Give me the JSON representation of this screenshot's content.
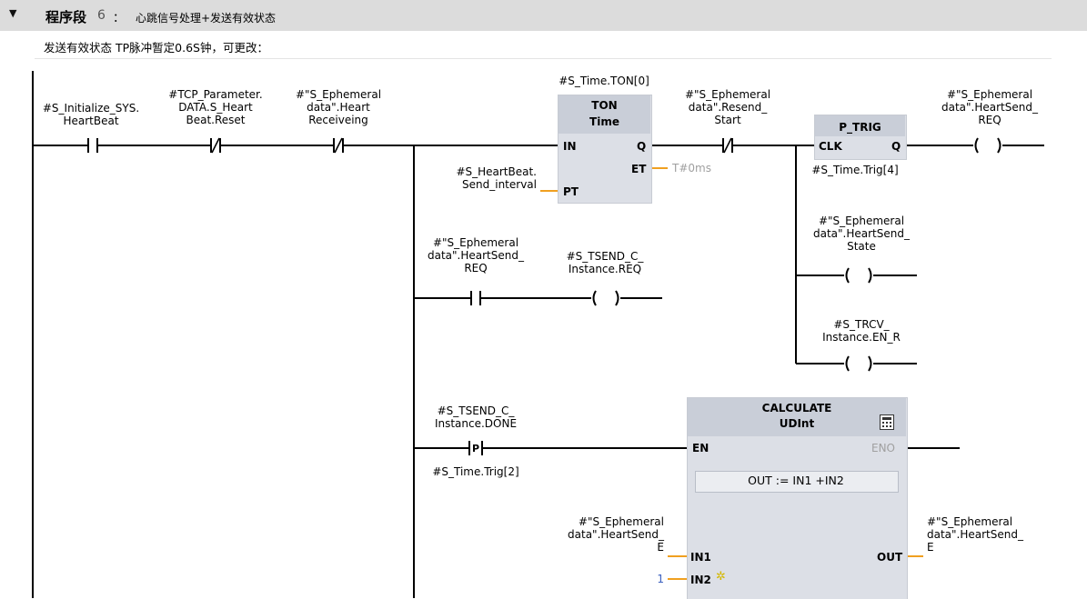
{
  "network": {
    "title": "程序段",
    "number": "6",
    "colon": "：",
    "description": "心跳信号处理+发送有效状态",
    "comment": "发送有效状态 TP脉冲暂定0.6S钟，可更改："
  },
  "contacts": {
    "c1": [
      "#S_Initialize_SYS.",
      "HeartBeat"
    ],
    "c2": [
      "#TCP_Parameter.",
      "DATA.S_Heart",
      "Beat.Reset"
    ],
    "c3": [
      "#\"S_Ephemeral",
      "data\".Heart",
      "Receiveing"
    ],
    "c4": [
      "#\"S_Ephemeral",
      "data\".Resend_",
      "Start"
    ],
    "c5": [
      "#\"S_Ephemeral",
      "data\".HeartSend_",
      "REQ"
    ],
    "c6": [
      "#S_TSEND_C_",
      "Instance.DONE"
    ],
    "c6_below": "#S_Time.Trig[2]"
  },
  "coils": {
    "q1": [
      "#\"S_Ephemeral",
      "data\".HeartSend_",
      "REQ"
    ],
    "q2": [
      "#S_TSEND_C_",
      "Instance.REQ"
    ],
    "q3": [
      "#\"S_Ephemeral",
      "data\".HeartSend_",
      "State"
    ],
    "q4": [
      "#S_TRCV_",
      "Instance.EN_R"
    ]
  },
  "ton": {
    "instance": "#S_Time.TON[0]",
    "type": "TON",
    "subtype": "Time",
    "pin_in": "IN",
    "pin_q": "Q",
    "pin_et": "ET",
    "pin_pt": "PT",
    "et_value": "T#0ms",
    "pt_param": [
      "#S_HeartBeat.",
      "Send_interval"
    ]
  },
  "ptrig": {
    "type": "P_TRIG",
    "pin_clk": "CLK",
    "pin_q": "Q",
    "instance": "#S_Time.Trig[4]"
  },
  "calc": {
    "type": "CALCULATE",
    "subtype": "UDInt",
    "pin_en": "EN",
    "pin_eno": "ENO",
    "formula": "OUT :=  IN1 +IN2",
    "pin_in1": "IN1",
    "pin_in2": "IN2",
    "pin_out": "OUT",
    "in1_param": [
      "#\"S_Ephemeral",
      "data\".HeartSend_",
      "E"
    ],
    "in2_value": "1",
    "out_param": [
      "#\"S_Ephemeral",
      "data\".HeartSend_",
      "E"
    ]
  },
  "colors": {
    "wire": "#000000",
    "param_line": "#f0a020",
    "box_fill": "#dcdfe6",
    "box_header": "#c9ced8",
    "header_bar": "#dcdcdc"
  }
}
